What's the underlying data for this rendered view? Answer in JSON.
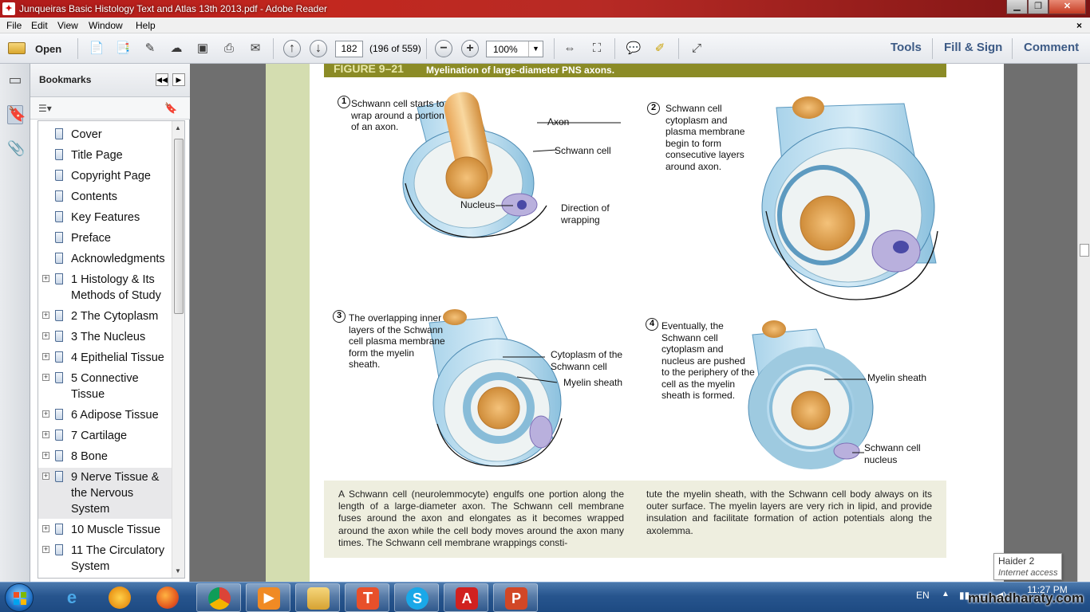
{
  "window": {
    "title": "Junqueiras Basic Histology Text and Atlas 13th 2013.pdf - Adobe Reader",
    "colors": {
      "titlebar": "#b01a1a",
      "accent": "#3c5a85",
      "figure_bar": "#8b8b26",
      "caption_bg": "#eeeedf",
      "page_strip": "#d4ddb0"
    }
  },
  "menu": {
    "items": [
      "File",
      "Edit",
      "View",
      "Window",
      "Help"
    ],
    "close_glyph": "×"
  },
  "toolbar": {
    "open_label": "Open",
    "page_number": "182",
    "page_count": "(196 of 559)",
    "zoom": "100%",
    "tools_label": "Tools",
    "fill_sign_label": "Fill & Sign",
    "comment_label": "Comment"
  },
  "bookmarks": {
    "title": "Bookmarks",
    "items": [
      {
        "label": "Cover",
        "expandable": false
      },
      {
        "label": "Title Page",
        "expandable": false
      },
      {
        "label": "Copyright Page",
        "expandable": false
      },
      {
        "label": "Contents",
        "expandable": false
      },
      {
        "label": "Key Features",
        "expandable": false
      },
      {
        "label": "Preface",
        "expandable": false
      },
      {
        "label": "Acknowledgments",
        "expandable": false
      },
      {
        "label": "1 Histology & Its Methods of Study",
        "expandable": true
      },
      {
        "label": "2 The Cytoplasm",
        "expandable": true
      },
      {
        "label": "3 The Nucleus",
        "expandable": true
      },
      {
        "label": "4 Epithelial Tissue",
        "expandable": true
      },
      {
        "label": "5 Connective Tissue",
        "expandable": true
      },
      {
        "label": "6 Adipose Tissue",
        "expandable": true
      },
      {
        "label": "7 Cartilage",
        "expandable": true
      },
      {
        "label": "8 Bone",
        "expandable": true
      },
      {
        "label": "9 Nerve Tissue & the Nervous System",
        "expandable": true,
        "selected": true
      },
      {
        "label": "10 Muscle Tissue",
        "expandable": true
      },
      {
        "label": "11 The Circulatory System",
        "expandable": true
      }
    ]
  },
  "figure": {
    "number": "FIGURE 9–21",
    "title": "Myelination of large-diameter PNS axons.",
    "steps": [
      {
        "num": "1",
        "text": "Schwann cell starts to wrap around a portion of an axon."
      },
      {
        "num": "2",
        "text": "Schwann cell cytoplasm and plasma membrane begin to form consecutive layers around axon."
      },
      {
        "num": "3",
        "text": "The overlapping inner layers of the Schwann cell plasma membrane form the myelin sheath."
      },
      {
        "num": "4",
        "text": "Eventually, the Schwann cell cytoplasm and nucleus are pushed to the periphery of the cell as the myelin sheath is formed."
      }
    ],
    "labels": {
      "axon": "Axon",
      "schwann_cell": "Schwann cell",
      "nucleus": "Nucleus",
      "direction": "Direction of wrapping",
      "cytoplasm": "Cytoplasm of the Schwann cell",
      "myelin3": "Myelin sheath",
      "myelin4": "Myelin sheath",
      "schwann_nucleus": "Schwann cell nucleus"
    },
    "caption_left": "A Schwann cell (neurolemmocyte) engulfs one portion along the length of a large-diameter axon. The Schwann cell membrane fuses around the axon and elongates as it becomes wrapped around the axon while the cell body moves around the axon many times. The Schwann cell membrane wrappings consti-",
    "caption_right": "tute the myelin sheath, with the Schwann cell body always on its outer surface. The myelin layers are very rich in lipid, and provide insulation and facilitate formation of action potentials along the axolemma."
  },
  "tooltip": {
    "name": "Haider 2",
    "status": "Internet access"
  },
  "taskbar": {
    "apps": [
      "internet-explorer",
      "browser-ball",
      "firefox",
      "chrome",
      "media-player",
      "file-explorer",
      "t-app",
      "skype",
      "adobe-reader",
      "powerpoint"
    ],
    "language": "EN",
    "time": "11:27 PM",
    "watermark": "muhadharaty.com"
  }
}
